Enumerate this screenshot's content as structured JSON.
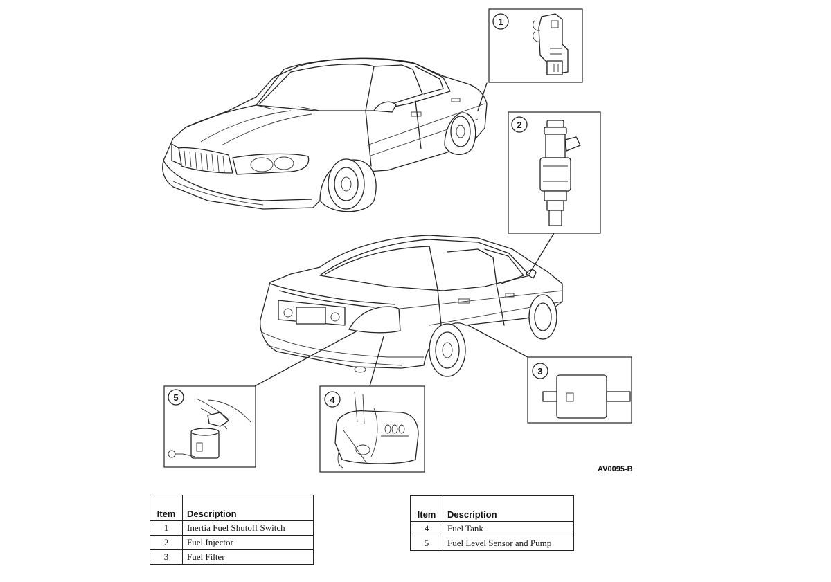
{
  "figure_code": "AV0095-B",
  "callouts": [
    "1",
    "2",
    "3",
    "4",
    "5"
  ],
  "legend": {
    "left": {
      "headers": [
        "Item",
        "Description"
      ],
      "rows": [
        {
          "item": "1",
          "description": "Inertia Fuel Shutoff Switch"
        },
        {
          "item": "2",
          "description": "Fuel Injector"
        },
        {
          "item": "3",
          "description": "Fuel Filter"
        }
      ]
    },
    "right": {
      "headers": [
        "Item",
        "Description"
      ],
      "rows": [
        {
          "item": "4",
          "description": "Fuel Tank"
        },
        {
          "item": "5",
          "description": "Fuel Level Sensor and Pump"
        }
      ]
    }
  }
}
